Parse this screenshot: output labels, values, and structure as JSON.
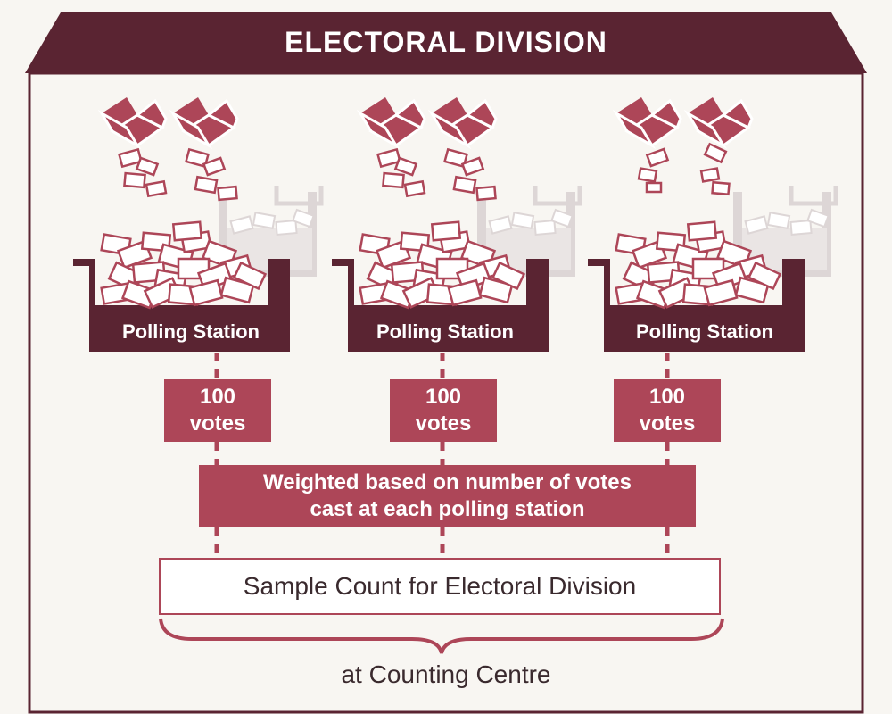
{
  "title": "ELECTORAL DIVISION",
  "stations": [
    {
      "label": "Polling Station",
      "votes_number": "100",
      "votes_unit": "votes"
    },
    {
      "label": "Polling Station",
      "votes_number": "100",
      "votes_unit": "votes"
    },
    {
      "label": "Polling Station",
      "votes_number": "100",
      "votes_unit": "votes"
    }
  ],
  "weighting": {
    "line1": "Weighted based on number of votes",
    "line2": "cast at each polling station"
  },
  "sample_count": "Sample Count for Electoral Division",
  "counting_centre": "at Counting Centre",
  "colors": {
    "dark": "#5a2432",
    "accent": "#ad4658",
    "faded": "#ddd6d6",
    "background": "#f8f6f2"
  }
}
